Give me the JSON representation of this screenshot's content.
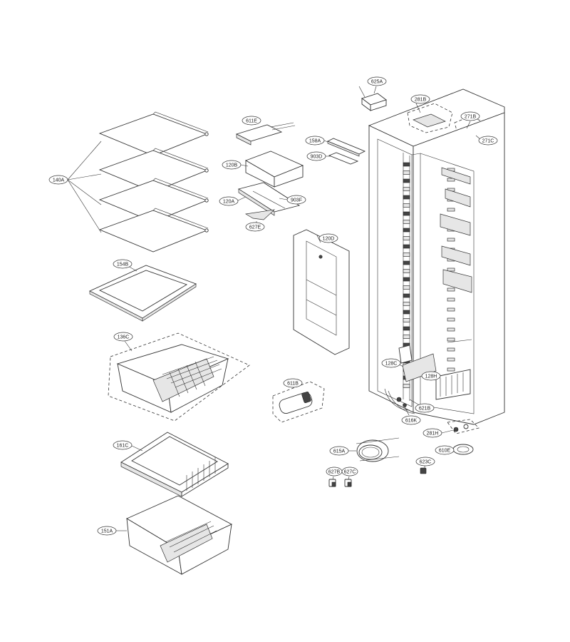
{
  "diagram": {
    "labels": {
      "140A": "140A",
      "154B": "154B",
      "136C": "136C",
      "161C": "161C",
      "151A": "151A",
      "611E": "611E",
      "120B": "120B",
      "120A": "120A",
      "627E": "627E",
      "903F": "903F",
      "158A": "158A",
      "903D": "903D",
      "120D": "120D",
      "611B": "611B",
      "625A": "625A",
      "281B": "281B",
      "271B": "271B",
      "271C": "271C",
      "128C": "128C",
      "128H": "128H",
      "621B": "621B",
      "616K": "616K",
      "281H": "281H",
      "610E": "610E",
      "615A": "615A",
      "623C": "623C",
      "627B": "627B",
      "627C": "627C"
    }
  }
}
